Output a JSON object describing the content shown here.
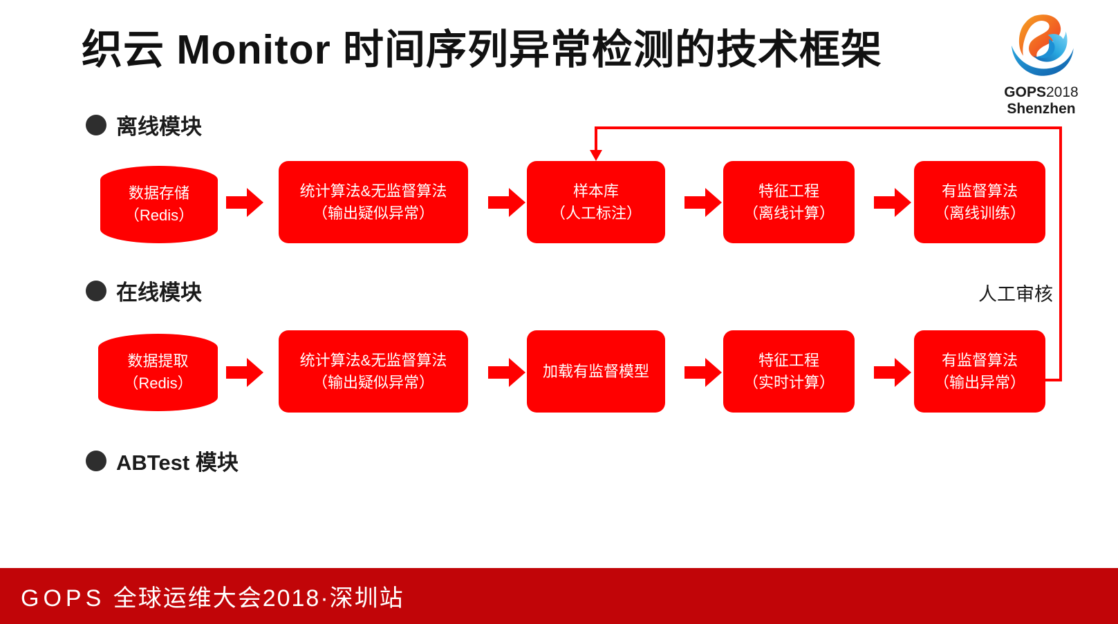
{
  "slide": {
    "title": "织云 Monitor 时间序列异常检测的技术框架",
    "background_color": "#ffffff",
    "node_color": "#FF0000",
    "accent_color": "#C10508",
    "heading_color": "#1b1b1b"
  },
  "logo": {
    "mark_name": "gops-swirl-logo",
    "line1": "GOPS",
    "year": "2018",
    "line2": "Shenzhen"
  },
  "sections": [
    {
      "id": "offline",
      "label": "离线模块"
    },
    {
      "id": "online",
      "label": "在线模块"
    },
    {
      "id": "abtest",
      "label": "ABTest 模块"
    }
  ],
  "flows": {
    "offline": {
      "nodes": [
        {
          "shape": "cylinder",
          "line1": "数据存储",
          "line2": "（Redis）"
        },
        {
          "shape": "rounded-rect",
          "line1": "统计算法&无监督算法",
          "line2": "（输出疑似异常）"
        },
        {
          "shape": "rounded-rect",
          "line1": "样本库",
          "line2": "（人工标注）"
        },
        {
          "shape": "rounded-rect",
          "line1": "特征工程",
          "line2": "（离线计算）"
        },
        {
          "shape": "rounded-rect",
          "line1": "有监督算法",
          "line2": "（离线训练）"
        }
      ]
    },
    "online": {
      "nodes": [
        {
          "shape": "cylinder",
          "line1": "数据提取",
          "line2": "（Redis）"
        },
        {
          "shape": "rounded-rect",
          "line1": "统计算法&无监督算法",
          "line2": "（输出疑似异常）"
        },
        {
          "shape": "rounded-rect",
          "line1": "加载有监督模型",
          "line2": ""
        },
        {
          "shape": "rounded-rect",
          "line1": "特征工程",
          "line2": "（实时计算）"
        },
        {
          "shape": "rounded-rect",
          "line1": "有监督算法",
          "line2": "（输出异常）"
        }
      ]
    }
  },
  "feedback": {
    "label": "人工审核",
    "from": "有监督算法（输出异常）",
    "to": "样本库（人工标注）"
  },
  "footer": {
    "brand": "GOPS",
    "text": " 全球运维大会2018·深圳站"
  }
}
